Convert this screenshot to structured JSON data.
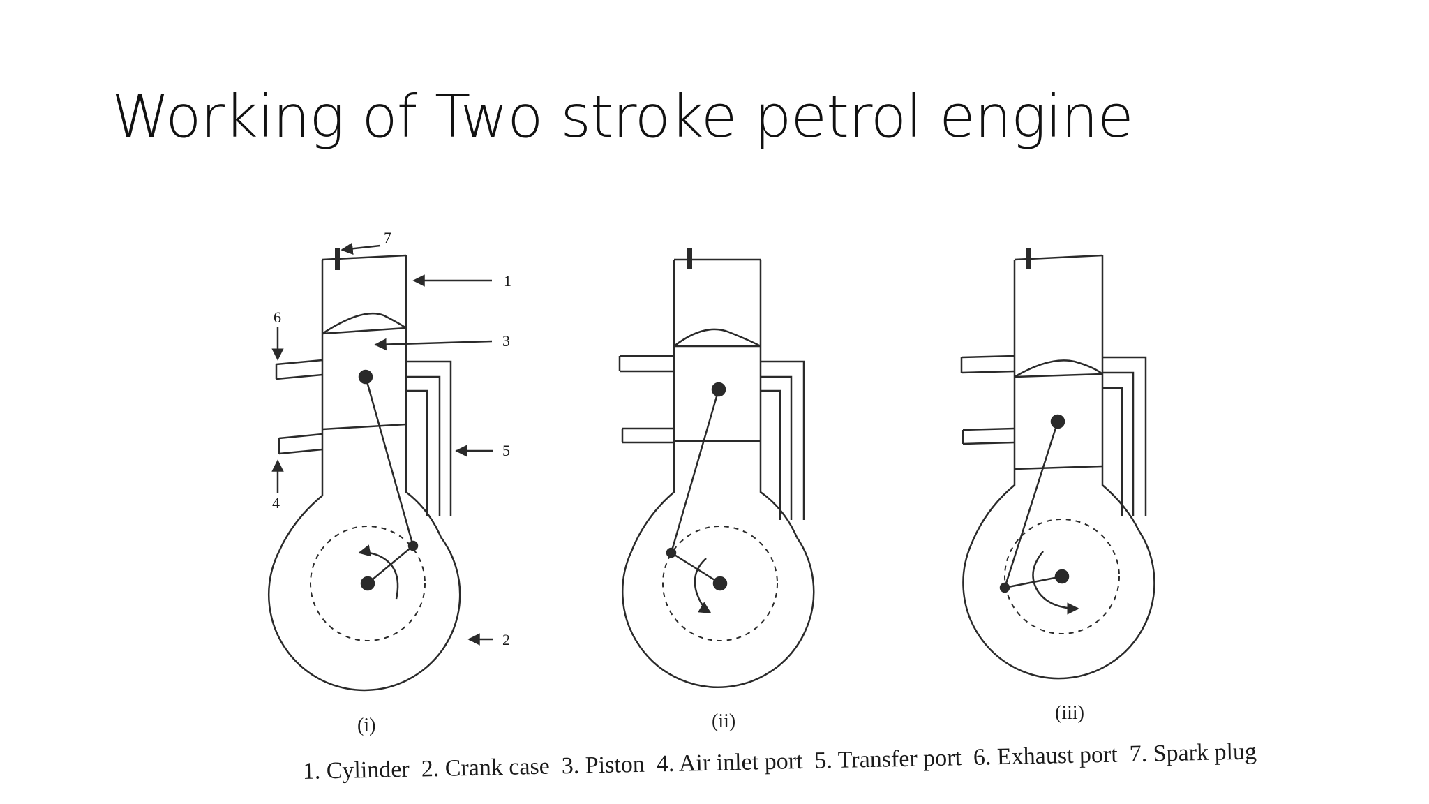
{
  "slide": {
    "title": "Working of Two stroke petrol engine"
  },
  "diagram": {
    "callouts": {
      "n1": "1",
      "n2": "2",
      "n3": "3",
      "n4": "4",
      "n5": "5",
      "n6": "6",
      "n7": "7"
    },
    "captions": [
      "(i)",
      "(ii)",
      "(iii)"
    ],
    "legend": "1. Cylinder  2. Crank case  3. Piston  4. Air inlet port  5. Transfer port  6. Exhaust port  7. Spark plug"
  },
  "colors": {
    "line": "#2a2a2a",
    "background": "#ffffff"
  }
}
